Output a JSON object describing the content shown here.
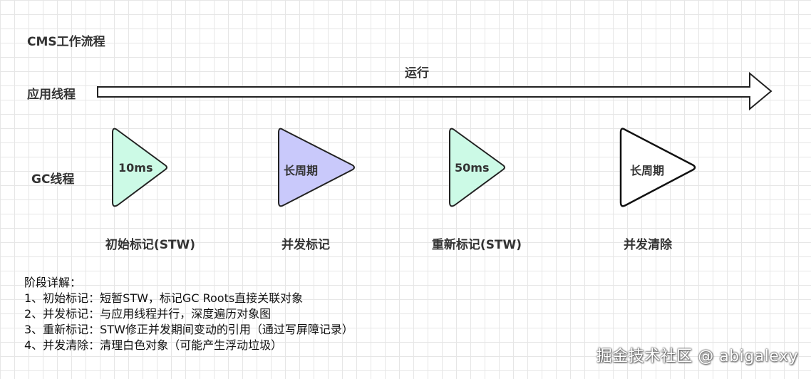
{
  "title": "CMS工作流程",
  "app_thread": {
    "label": "应用线程",
    "arrow_label": "运行"
  },
  "gc_thread": {
    "label": "GC线程",
    "phases": [
      {
        "text": "10ms",
        "caption": "初始标记(STW)",
        "fill": "#ccfae6",
        "stroke": "#222222"
      },
      {
        "text": "长周期",
        "caption": "并发标记",
        "fill": "#c9c9fb",
        "stroke": "#222222"
      },
      {
        "text": "50ms",
        "caption": "重新标记(STW)",
        "fill": "#ccfae6",
        "stroke": "#222222"
      },
      {
        "text": "长周期",
        "caption": "并发清除",
        "fill": "#ffffff",
        "stroke": "#111111"
      }
    ]
  },
  "details": {
    "heading": "阶段详解：",
    "lines": [
      "1、初始标记：短暂STW，标记GC Roots直接关联对象",
      "2、并发标记：与应用线程并行，深度遍历对象图",
      "3、重新标记：STW修正并发期间变动的引用（通过写屏障记录）",
      "4、并发清除：清理白色对象（可能产生浮动垃圾）"
    ]
  },
  "watermark": "掘金技术社区 @ abigalexy"
}
